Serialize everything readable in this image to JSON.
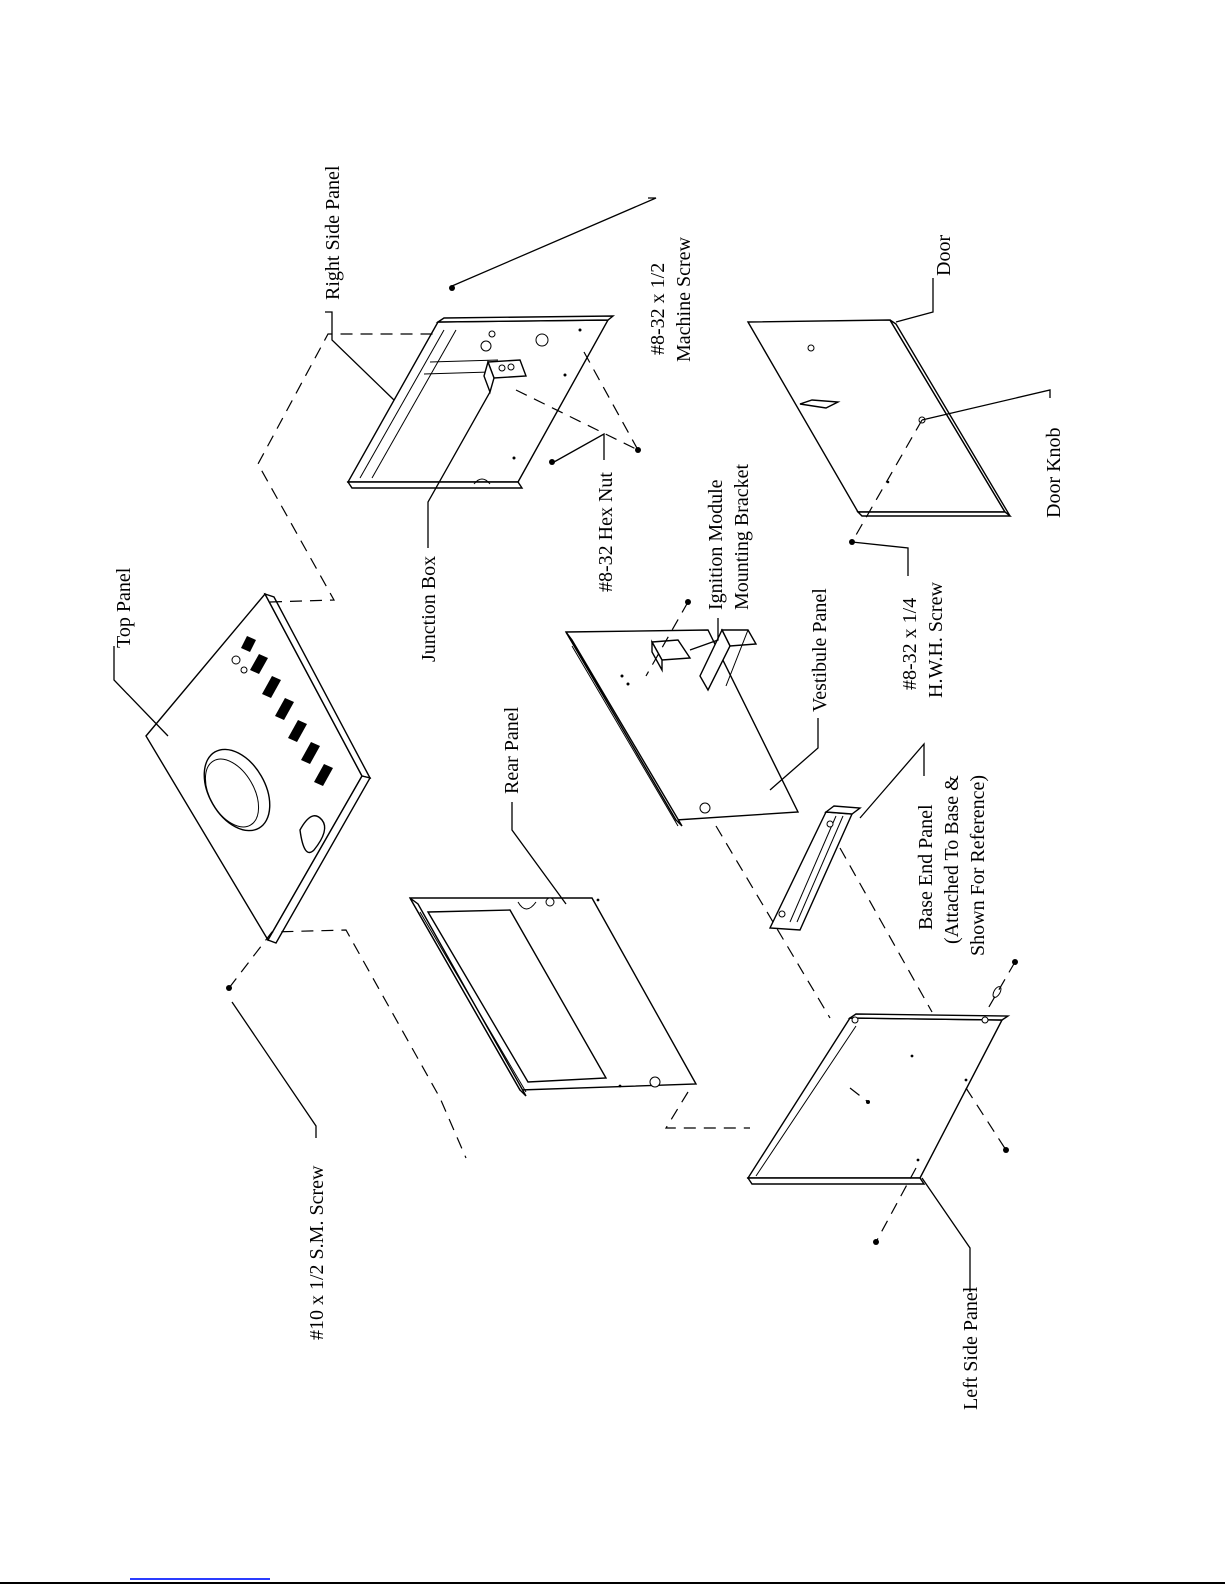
{
  "labels": {
    "top_panel": "Top Panel",
    "right_side_panel": "Right Side Panel",
    "machine_screw_1": "#8-32 x 1/2",
    "machine_screw_2": "Machine Screw",
    "door": "Door",
    "door_knob": "Door Knob",
    "hex_nut": "#8-32 Hex Nut",
    "junction_box": "Junction Box",
    "ignition_1": "Ignition Module",
    "ignition_2": "Mounting Bracket",
    "vestibule_panel": "Vestibule Panel",
    "hwh_screw_1": "#8-32 x 1/4",
    "hwh_screw_2": "H.W.H. Screw",
    "rear_panel": "Rear Panel",
    "base_end_1": "Base End Panel",
    "base_end_2": "(Attached To Base &",
    "base_end_3": "Shown For Reference)",
    "sm_screw": "#10 x 1/2 S.M. Screw",
    "left_side_panel": "Left Side Panel"
  }
}
